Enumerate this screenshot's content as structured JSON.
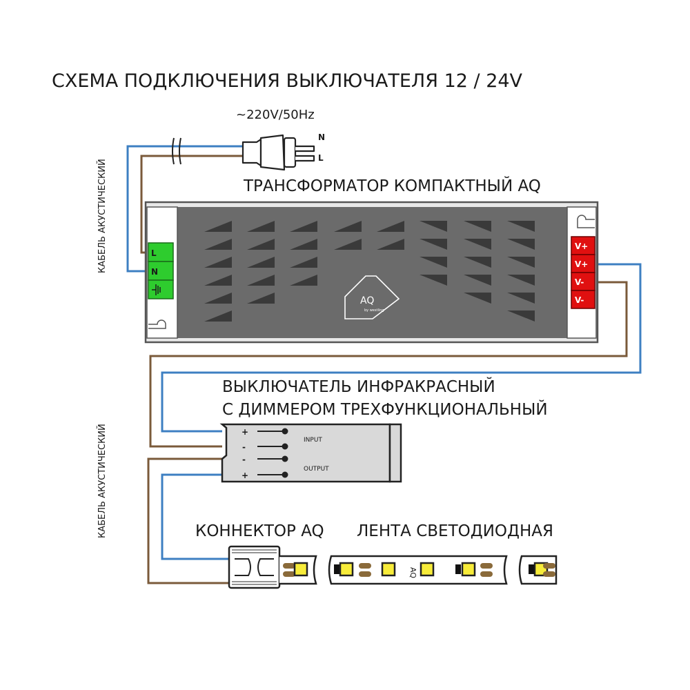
{
  "title": "СХЕМА ПОДКЛЮЧЕНИЯ ВЫКЛЮЧАТЕЛЯ 12 / 24V",
  "mains": {
    "label": "~220V/50Hz",
    "pin_n": "N",
    "pin_l": "L"
  },
  "transformer": {
    "label": "ТРАНСФОРМАТОР КОМПАКТНЫЙ AQ",
    "input_terminals": [
      "L",
      "N",
      "⏚"
    ],
    "output_terminals": [
      "V+",
      "V+",
      "V-",
      "V-"
    ],
    "logo_text": "AQ",
    "logo_sub": "by westling"
  },
  "cable_label_top": "КАБЕЛЬ АКУСТИЧЕСКИЙ",
  "cable_label_bottom": "КАБЕЛЬ АКУСТИЧЕСКИЙ",
  "switch": {
    "label_line1": "ВЫКЛЮЧАТЕЛЬ ИНФРАКРАСНЫЙ",
    "label_line2": "С ДИММЕРОМ ТРЕХФУНКЦИОНАЛЬНЫЙ",
    "pins": [
      "+",
      "-",
      "-",
      "+"
    ],
    "input_label": "INPUT",
    "output_label": "OUTPUT"
  },
  "connector_label": "КОННЕКТОР AQ",
  "strip_label": "ЛЕНТА СВЕТОДИОДНАЯ",
  "strip_logo": "AQ",
  "colors": {
    "wire_blue": "#3d7fc2",
    "wire_brown": "#7a5a3a",
    "terminal_green": "#2ecc2e",
    "terminal_red": "#e01010",
    "transformer_body": "#6b6b6b",
    "switch_body": "#d9d9d9",
    "led_yellow": "#f7ec3a"
  }
}
